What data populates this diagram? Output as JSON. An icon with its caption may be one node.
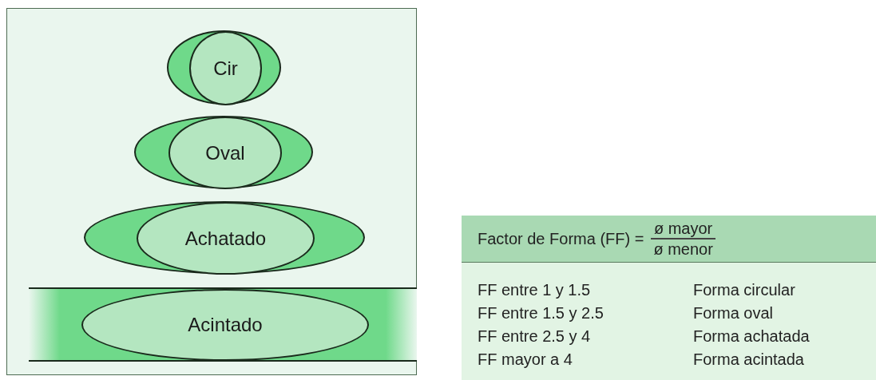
{
  "diagram": {
    "nodes": [
      {
        "text": [],
        "shape": "box"
      },
      {
        "text": [],
        "shape": "ellipse",
        "in": 0
      },
      {
        "text": [
          "Cir"
        ],
        "in": 1
      },
      {
        "text": [],
        "shape": "ellipse",
        "in": 0
      },
      {
        "text": [
          "Oval"
        ],
        "in": 3
      },
      {
        "text": [],
        "shape": "ellipse",
        "in": 0
      },
      {
        "text": [
          "Achatado"
        ],
        "in": 5
      },
      {
        "text": [],
        "shape": "bar",
        "in": 0
      },
      {
        "text": [
          "Acintado"
        ],
        "in": 7
      },
      {
        "text": [
          "Factor de Forma (FF) =",
          "ø mayor",
          "ø menor"
        ]
      },
      {
        "text": [
          "FF entre 1 y 1.5",
          "Forma circular",
          "FF entre 1.5 y 2.5",
          "Forma oval",
          "FF entre 2.5 y 4",
          "Forma achatada",
          "FF mayor a 4",
          "Forma acintada"
        ]
      }
    ]
  }
}
